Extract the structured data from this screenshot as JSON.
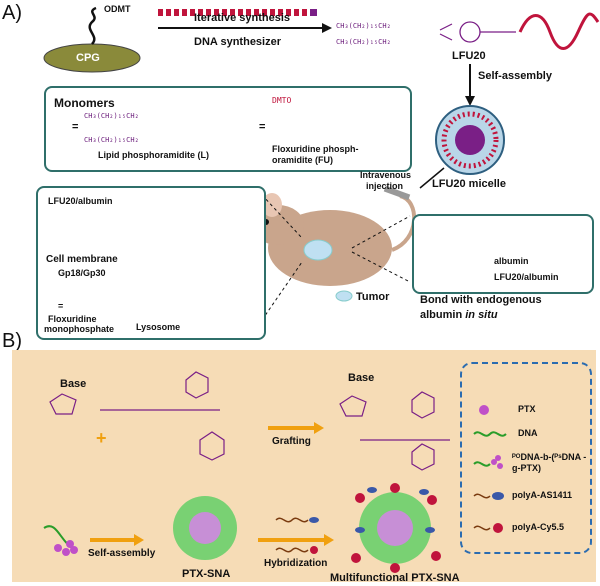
{
  "panelA": {
    "letter": "A)",
    "odmt": "ODMT",
    "cpg": "CPG",
    "iterative": "Iterative synthesis",
    "dna_synth": "DNA synthesizer",
    "lfu20": "LFU20",
    "self_assembly": "Self-assembly",
    "monomers": "Monomers",
    "lipid": "Lipid phosphoramidite (L)",
    "flox_line1": "Floxuridine phosph-",
    "flox_line2": "oramidite (FU)",
    "dmto": "DMTO",
    "iv_line1": "Intravenous",
    "iv_line2": "injection",
    "micelle": "LFU20 micelle",
    "albumin_complex_top": "LFU20/albumin",
    "cell_membrane": "Cell membrane",
    "gp": "Gp18/Gp30",
    "flox_mp1": "Floxuridine",
    "flox_mp2": "monophosphate",
    "lysosome": "Lysosome",
    "tumor": "Tumor",
    "albumin": "albumin",
    "albumin_complex_right": "LFU20/albumin",
    "bond1": "Bond with endogenous",
    "bond2": "albumin",
    "bond3": "in situ",
    "lipid_chain": "CH₃(CH₂)₁₅CH₂",
    "eq": "="
  },
  "panelB": {
    "letter": "B)",
    "base_left": "Base",
    "base_top": "Base",
    "plus": "+",
    "grafting": "Grafting",
    "self_assembly": "Self-assembly",
    "hybridization": "Hybridization",
    "ptx_sna": "PTX-SNA",
    "multi": "Multifunctional PTX-SNA",
    "legend": [
      {
        "label": "PTX"
      },
      {
        "label": "DNA"
      },
      {
        "label": "ᴾᴼDNA-b-(ᴾˢDNA -g-PTX)"
      },
      {
        "label": "polyA-AS1411"
      },
      {
        "label": "polyA-Cy5.5"
      }
    ]
  },
  "colors": {
    "teal_border": "#2f6f6a",
    "purple": "#7a1f86",
    "red": "#c0143c",
    "orange_bg": "#f6dcb6",
    "legend_border": "#2b6cb0"
  }
}
